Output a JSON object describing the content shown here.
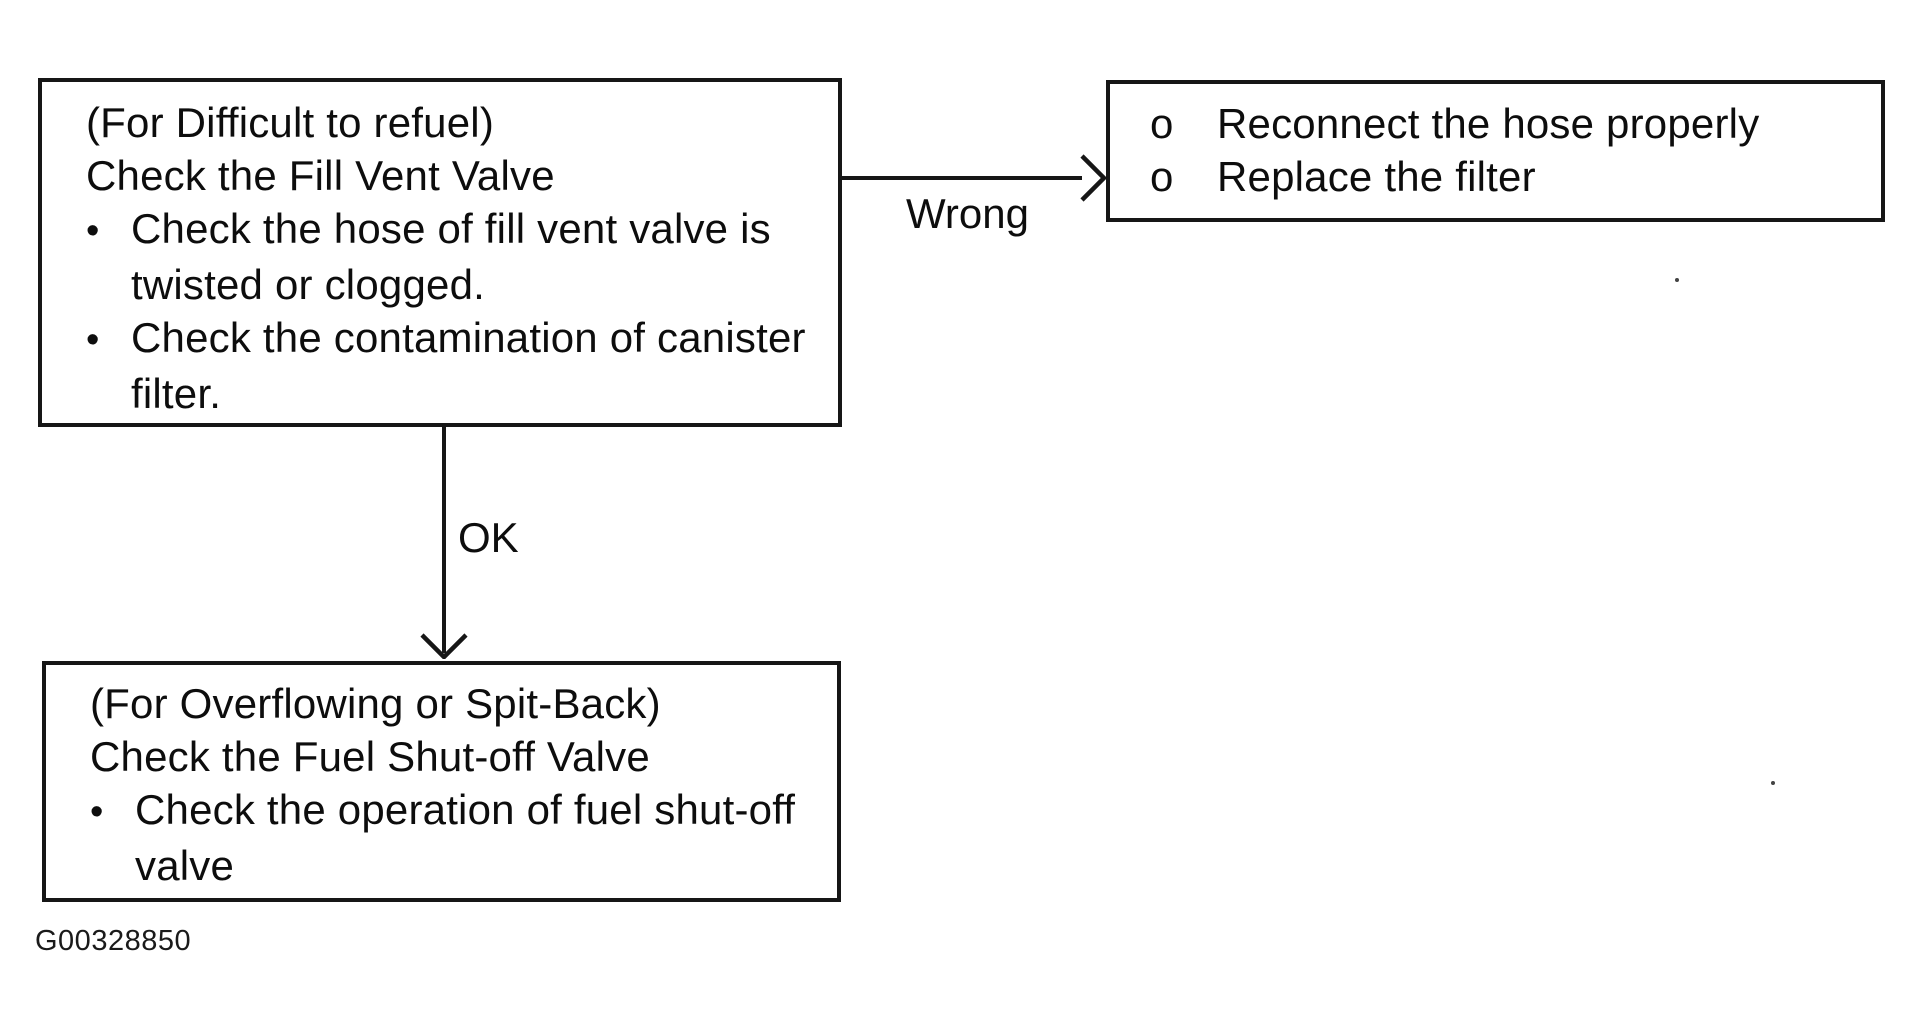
{
  "page": {
    "background": "#ffffff",
    "ink": "#111111",
    "figure_code": "G00328850"
  },
  "boxes": {
    "fill_vent": {
      "line1": "(For Difficult to refuel)",
      "line2": "Check the Fill Vent Valve",
      "bullet1_marker": "•",
      "bullet1_text": "Check the hose of fill vent valve is",
      "bullet1_cont": "twisted or clogged.",
      "bullet2_marker": "•",
      "bullet2_text": "Check the contamination of canister",
      "bullet2_cont": "filter."
    },
    "remedy": {
      "item1_marker": "o",
      "item1_text": "Reconnect the hose properly",
      "item2_marker": "o",
      "item2_text": "Replace the filter"
    },
    "fuel_shutoff": {
      "line1": "(For Overflowing or Spit-Back)",
      "line2": "Check the Fuel Shut-off Valve",
      "bullet1_marker": "•",
      "bullet1_text": "Check the operation of fuel shut-off",
      "bullet1_cont": "valve"
    }
  },
  "edges": {
    "wrong_label": "Wrong",
    "ok_label": "OK"
  }
}
